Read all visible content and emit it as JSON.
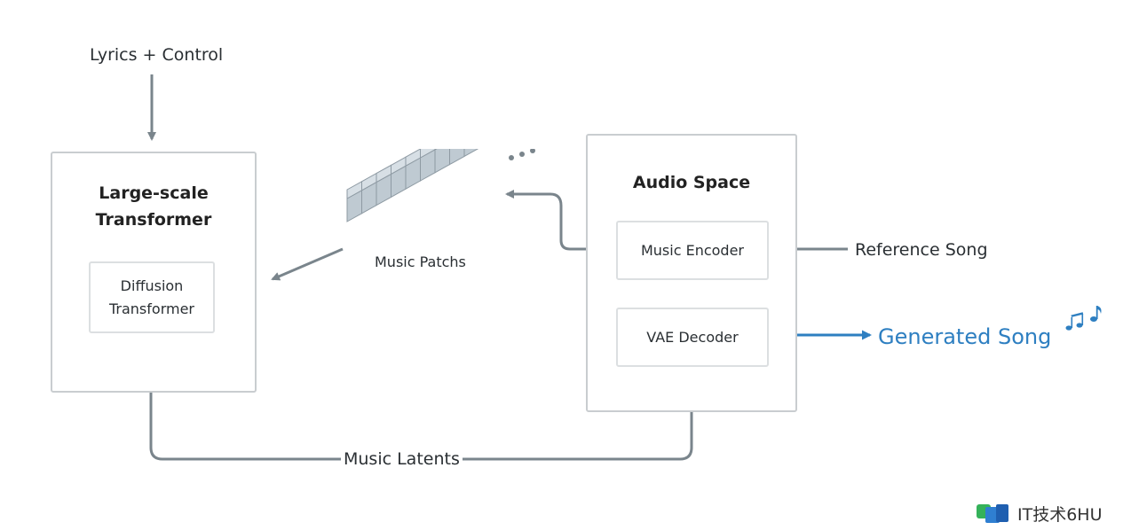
{
  "inputs": {
    "lyrics_control": "Lyrics + Control",
    "reference_song": "Reference Song"
  },
  "transformer_box": {
    "title": "Large-scale Transformer",
    "title_line1": "Large-scale",
    "title_line2": "Transformer",
    "inner_line1": "Diffusion",
    "inner_line2": "Transformer"
  },
  "patches": {
    "label": "Music Patchs"
  },
  "audio_space": {
    "title": "Audio Space",
    "encoder": "Music Encoder",
    "decoder": "VAE Decoder"
  },
  "latents": {
    "label": "Music Latents"
  },
  "output": {
    "label": "Generated Song"
  },
  "watermark": {
    "text": "IT技术6HU"
  },
  "colors": {
    "arrow": "#7a858c",
    "output_arrow": "#2e7fc1",
    "box_border": "#c9cdd0",
    "patch_face": "#bfcad2",
    "patch_top": "#d7dfe5"
  }
}
